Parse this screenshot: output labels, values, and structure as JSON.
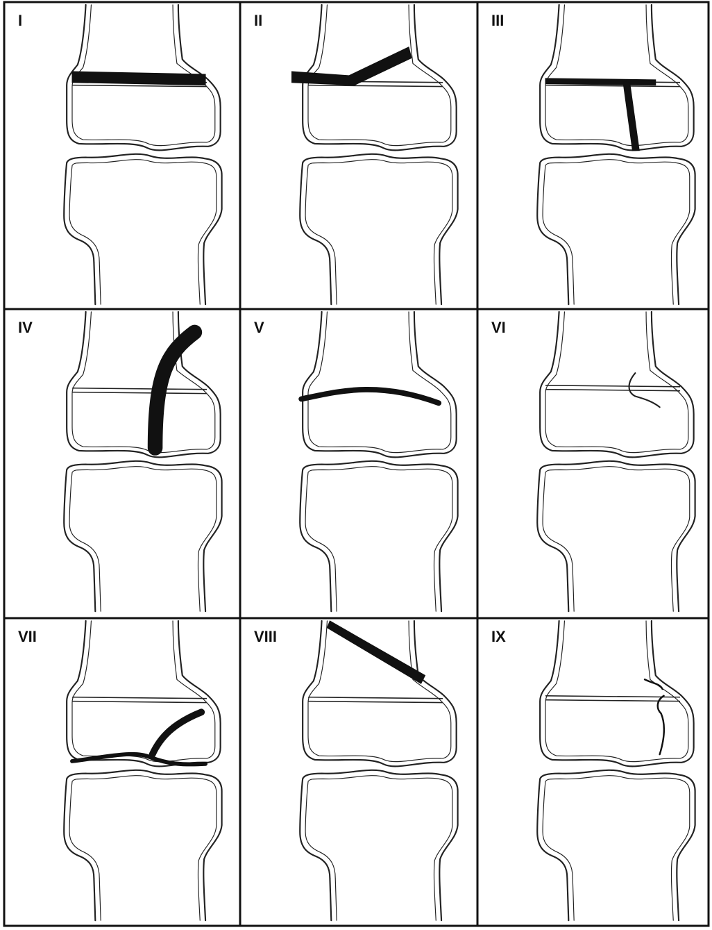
{
  "figure": {
    "panels": [
      {
        "label": "I",
        "pattern": "transverse-physis"
      },
      {
        "label": "II",
        "pattern": "physis-metaphysis-oblique"
      },
      {
        "label": "III",
        "pattern": "physis-epiphysis-vertical"
      },
      {
        "label": "IV",
        "pattern": "metaphysis-through-epiphysis"
      },
      {
        "label": "V",
        "pattern": "physis-crush"
      },
      {
        "label": "VI",
        "pattern": "perichondral-ring-notch"
      },
      {
        "label": "VII",
        "pattern": "epiphyseal-osteochondral"
      },
      {
        "label": "VIII",
        "pattern": "metaphyseal-oblique"
      },
      {
        "label": "IX",
        "pattern": "periosteal-avulsion"
      }
    ],
    "line_color": "#222222",
    "fracture_color": "#111111",
    "background": "#ffffff"
  }
}
